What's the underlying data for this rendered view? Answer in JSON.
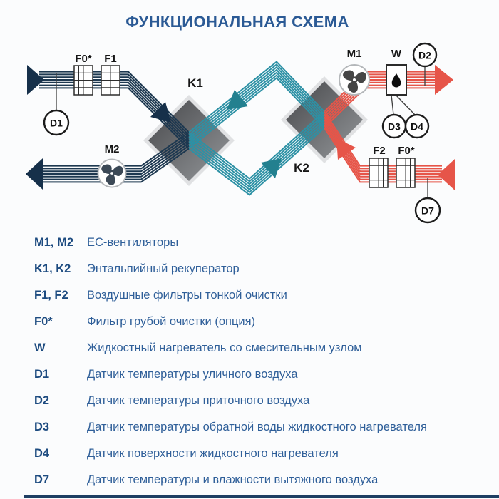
{
  "title": "ФУНКЦИОНАЛЬНАЯ СХЕМА",
  "diagram": {
    "labels": {
      "f0_top": "F0*",
      "f1": "F1",
      "d1": "D1",
      "m2": "M2",
      "k1": "K1",
      "k2": "K2",
      "m1": "M1",
      "w": "W",
      "d2": "D2",
      "d3": "D3",
      "d4": "D4",
      "f2": "F2",
      "f0_bottom": "F0*",
      "d7": "D7"
    },
    "colors": {
      "outdoor_air": "#1d3850",
      "heat_exchange": "#2d91a5",
      "indoor_air": "#e65549",
      "recuperator_dark": "#47484b",
      "recuperator_light": "#94979a"
    }
  },
  "legend": {
    "items": [
      {
        "key": "M1, M2",
        "desc": "ЕС-вентиляторы"
      },
      {
        "key": "K1, K2",
        "desc": "Энтальпийный рекуператор"
      },
      {
        "key": "F1, F2",
        "desc": "Воздушные фильтры тонкой очистки"
      },
      {
        "key": "F0*",
        "desc": "Фильтр грубой очистки (опция)"
      },
      {
        "key": "W",
        "desc": "Жидкостный нагреватель со смесительным узлом"
      },
      {
        "key": "D1",
        "desc": "Датчик температуры уличного воздуха"
      },
      {
        "key": "D2",
        "desc": "Датчик температуры приточного воздуха"
      },
      {
        "key": "D3",
        "desc": "Датчик температуры обратной воды жидкостного нагревателя"
      },
      {
        "key": "D4",
        "desc": "Датчик поверхности жидкостного нагревателя"
      },
      {
        "key": "D7",
        "desc": "Датчик температуры и влажности вытяжного воздуха"
      }
    ]
  }
}
